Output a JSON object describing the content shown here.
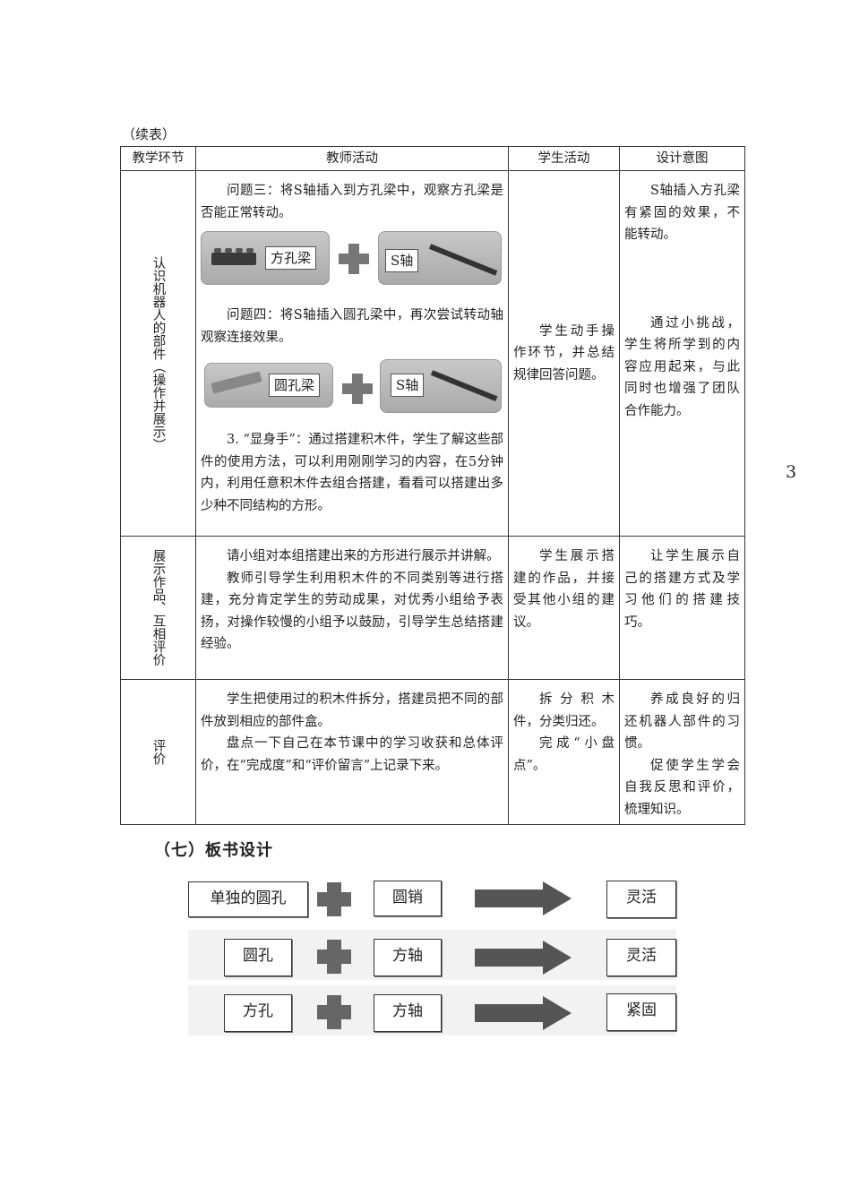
{
  "continued_label": "（续表）",
  "page_number": "3",
  "table": {
    "headers": [
      "教学环节",
      "教师活动",
      "学生活动",
      "设计意图"
    ],
    "rows": [
      {
        "stage": "认识机器人的部件（操作并展示）",
        "teacher": {
          "q3": "问题三：将S轴插入到方孔梁中，观察方孔梁是否能正常转动。",
          "img1_label_a": "方孔梁",
          "img1_label_b": "S轴",
          "q4": "问题四：将S轴插入圆孔梁中，再次尝试转动轴观察连接效果。",
          "img2_label_a": "圆孔梁",
          "img2_label_b": "S轴",
          "task3": "3. “显身手”：通过搭建积木件，学生了解这些部件的使用方法，可以利用刚刚学习的内容，在5分钟内，利用任意积木件去组合搭建，看看可以搭建出多少种不同结构的方形。"
        },
        "student": "学生动手操作环节，并总结规律回答问题。",
        "intent_1": "S轴插入方孔梁有紧固的效果，不能转动。",
        "intent_2": "通过小挑战，学生将所学到的内容应用起来，与此同时也增强了团队合作能力。"
      },
      {
        "stage": "展示作品、互相评价",
        "teacher_1": "请小组对本组搭建出来的方形进行展示并讲解。",
        "teacher_2": "教师引导学生利用积木件的不同类别等进行搭建，充分肯定学生的劳动成果，对优秀小组给予表扬，对操作较慢的小组予以鼓励，引导学生总结搭建经验。",
        "student": "学生展示搭建的作品，并接受其他小组的建议。",
        "intent": "让学生展示自己的搭建方式及学习他们的搭建技巧。"
      },
      {
        "stage": "评价",
        "teacher_1": "学生把使用过的积木件拆分，搭建员把不同的部件放到相应的部件盒。",
        "teacher_2": "盘点一下自己在本节课中的学习收获和总体评价，在“完成度”和“评价留言”上记录下来。",
        "student_1": "拆分积木件，分类归还。",
        "student_2": "完成“小盘点”。",
        "intent_1": "养成良好的归还机器人部件的习惯。",
        "intent_2": "促使学生学会自我反思和评价，梳理知识。"
      }
    ]
  },
  "board_design": {
    "title": "（七）板书设计",
    "rows": [
      {
        "a": "单独的圆孔",
        "b": "圆销",
        "result": "灵活"
      },
      {
        "a": "圆孔",
        "b": "方轴",
        "result": "灵活"
      },
      {
        "a": "方孔",
        "b": "方轴",
        "result": "紧固"
      }
    ]
  }
}
